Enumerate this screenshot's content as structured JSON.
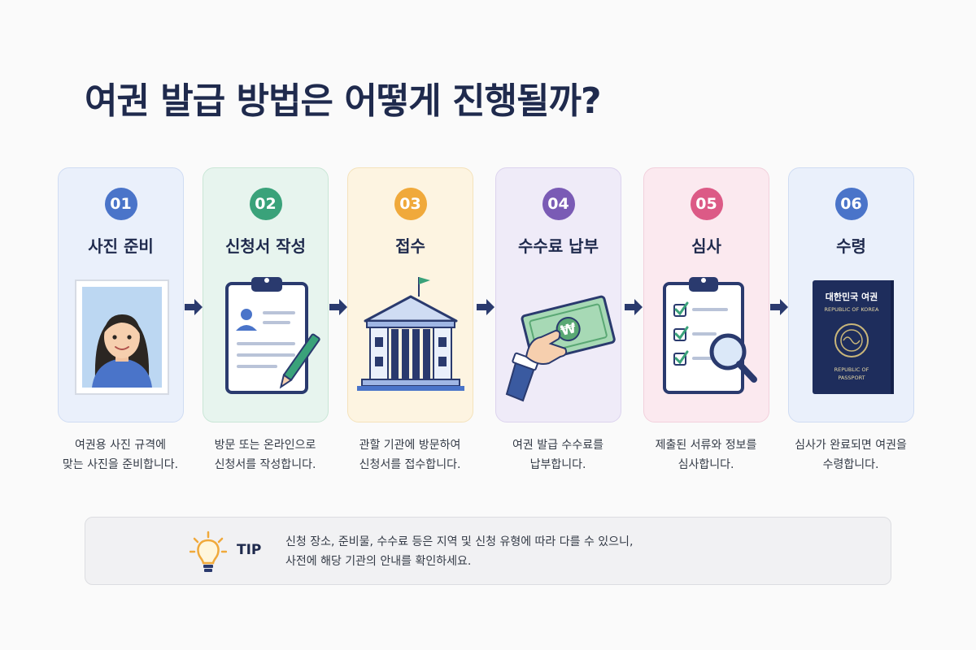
{
  "title": "여권 발급 방법은 어떻게 진행될까?",
  "colors": {
    "step1": "#4a74c9",
    "step2": "#3aa27a",
    "step3": "#f0a93b",
    "step4": "#7a5bb5",
    "step5": "#dc5a86",
    "step6": "#4a74c9",
    "navy": "#2a3a6e"
  },
  "steps": [
    {
      "number": "01",
      "title": "사진 준비",
      "icon": "portrait-photo-icon",
      "desc": [
        "여권용 사진 규격에",
        "맞는 사진을 준비합니다."
      ]
    },
    {
      "number": "02",
      "title": "신청서 작성",
      "icon": "clipboard-form-icon",
      "desc": [
        "방문 또는 온라인으로",
        "신청서를 작성합니다."
      ]
    },
    {
      "number": "03",
      "title": "접수",
      "icon": "government-building-icon",
      "desc": [
        "관할 기관에 방문하여",
        "신청서를 접수합니다."
      ]
    },
    {
      "number": "04",
      "title": "수수료 납부",
      "icon": "banknote-payment-icon",
      "desc": [
        "여권 발급 수수료를",
        "납부합니다."
      ]
    },
    {
      "number": "05",
      "title": "심사",
      "icon": "checklist-magnifier-icon",
      "desc": [
        "제출된 서류와 정보를",
        "심사합니다."
      ]
    },
    {
      "number": "06",
      "title": "수령",
      "icon": "passport-icon",
      "desc": [
        "심사가 완료되면 여권을",
        "수령합니다."
      ]
    }
  ],
  "passport": {
    "title_ko": "대한민국 여권",
    "title_en": "REPUBLIC OF KOREA",
    "bottom_en": [
      "REPUBLIC OF",
      "PASSPORT"
    ]
  },
  "currency_symbol": "₩",
  "tip": {
    "label": "TIP",
    "icon": "lightbulb-icon",
    "lines": [
      "신청 장소, 준비물, 수수료 등은 지역 및 신청 유형에 따라 다를 수 있으니,",
      "사전에 해당 기관의 안내를 확인하세요."
    ]
  }
}
